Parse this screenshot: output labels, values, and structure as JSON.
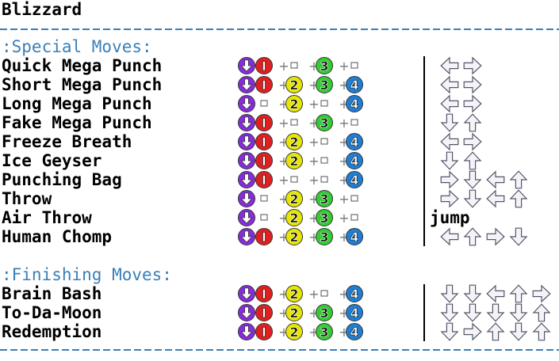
{
  "title": "Blizzard",
  "rule": "-------------------------------------------------------------------",
  "special_heading": ":Special Moves:",
  "finishing_heading": ":Finishing Moves:",
  "colors": {
    "heading": "#3a7fb8",
    "down": "#8a2be2",
    "one": "#e02020",
    "two": "#e6e600",
    "three": "#33cc33",
    "four": "#1e7fd6"
  },
  "special_moves": [
    {
      "name": "Quick Mega Punch",
      "seq": [
        "down",
        "1",
        "+",
        "-",
        "+",
        "3",
        "+",
        "-"
      ],
      "dirs": [
        "left",
        "right"
      ],
      "extra": ""
    },
    {
      "name": "Short Mega Punch",
      "seq": [
        "down",
        "1",
        "+",
        "2",
        "+",
        "3",
        "+",
        "4"
      ],
      "dirs": [
        "left",
        "right"
      ],
      "extra": ""
    },
    {
      "name": "Long Mega Punch",
      "seq": [
        "down",
        "-",
        "+",
        "2",
        "+",
        "-",
        "+",
        "4"
      ],
      "dirs": [
        "left",
        "right"
      ],
      "extra": ""
    },
    {
      "name": "Fake Mega Punch",
      "seq": [
        "down",
        "1",
        "+",
        "-",
        "+",
        "3",
        "+",
        "-"
      ],
      "dirs": [
        "down",
        "up"
      ],
      "extra": ""
    },
    {
      "name": "Freeze Breath",
      "seq": [
        "down",
        "1",
        "+",
        "2",
        "+",
        "-",
        "+",
        "4"
      ],
      "dirs": [
        "left",
        "right"
      ],
      "extra": ""
    },
    {
      "name": "Ice Geyser",
      "seq": [
        "down",
        "1",
        "+",
        "2",
        "+",
        "-",
        "+",
        "4"
      ],
      "dirs": [
        "down",
        "up"
      ],
      "extra": ""
    },
    {
      "name": "Punching Bag",
      "seq": [
        "down",
        "1",
        "+",
        "-",
        "+",
        "-",
        "+",
        "4"
      ],
      "dirs": [
        "right",
        "down",
        "left",
        "up"
      ],
      "extra": ""
    },
    {
      "name": "Throw",
      "seq": [
        "down",
        "-",
        "+",
        "2",
        "+",
        "3",
        "+",
        "-"
      ],
      "dirs": [
        "right",
        "down",
        "left",
        "up"
      ],
      "extra": ""
    },
    {
      "name": "Air Throw",
      "seq": [
        "down",
        "-",
        "+",
        "2",
        "+",
        "3",
        "+",
        "-"
      ],
      "dirs": [],
      "extra": "jump"
    },
    {
      "name": "Human Chomp",
      "seq": [
        "down",
        "1",
        "+",
        "2",
        "+",
        "3",
        "+",
        "4"
      ],
      "dirs": [
        "left",
        "up",
        "right",
        "down"
      ],
      "extra": ""
    }
  ],
  "finishing_moves": [
    {
      "name": "Brain Bash",
      "seq": [
        "down",
        "1",
        "+",
        "2",
        "+",
        "-",
        "+",
        "4"
      ],
      "dirs": [
        "down",
        "down",
        "left",
        "up",
        "right"
      ],
      "extra": ""
    },
    {
      "name": "To-Da-Moon",
      "seq": [
        "down",
        "1",
        "+",
        "2",
        "+",
        "3",
        "+",
        "4"
      ],
      "dirs": [
        "down",
        "down",
        "down",
        "down",
        "up"
      ],
      "extra": ""
    },
    {
      "name": "Redemption",
      "seq": [
        "down",
        "1",
        "+",
        "2",
        "+",
        "3",
        "+",
        "4"
      ],
      "dirs": [
        "down",
        "right",
        "up",
        "down",
        "up"
      ],
      "extra": ""
    }
  ]
}
